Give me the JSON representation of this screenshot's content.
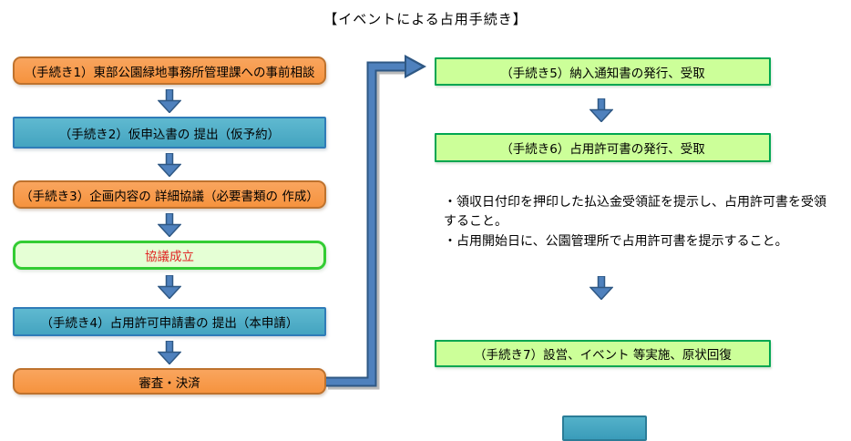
{
  "title": "【イベントによる占用手続き】",
  "palette": {
    "orange_fill": "#F79646",
    "orange_border": "#BE722D",
    "blue_fill": "#4BACC6",
    "blue_border": "#2F7CB8",
    "pale_green_fill": "#E5FFD5",
    "pale_green_border": "#33CC33",
    "green_fill": "#CCFF99",
    "green_border": "#00A651",
    "arrow_blue": "#4F81BD",
    "arrow_outline": "#2F5884",
    "red_text": "#E02222"
  },
  "flow": {
    "left_boxes": [
      {
        "label": "（手続き1）東部公園緑地事務所管理課への事前相談",
        "style": "orange"
      },
      {
        "label": "（手続き2）仮申込書の 提出（仮予約）",
        "style": "blue"
      },
      {
        "label": "（手続き3）企画内容の 詳細協議（必要書類の 作成）",
        "style": "orange"
      },
      {
        "label": "協議成立",
        "style": "pale-green",
        "text_color": "red"
      },
      {
        "label": "（手続き4）占用許可申請書の 提出（本申請）",
        "style": "blue"
      },
      {
        "label": "審査・決済",
        "style": "orange"
      }
    ],
    "right_boxes": [
      {
        "label": "（手続き5）納入通知書の発行、受取",
        "style": "green"
      },
      {
        "label": "（手続き6）占用許可書の発行、受取",
        "style": "green"
      },
      {
        "label": "（手続き7）設営、イベント 等実施、原状回復",
        "style": "green"
      }
    ],
    "notes": [
      "・領収日付印を押印した払込金受領証を提示し、占用許可書を受領すること。",
      "・占用開始日に、公園管理所で占用許可書を提示すること。"
    ]
  }
}
